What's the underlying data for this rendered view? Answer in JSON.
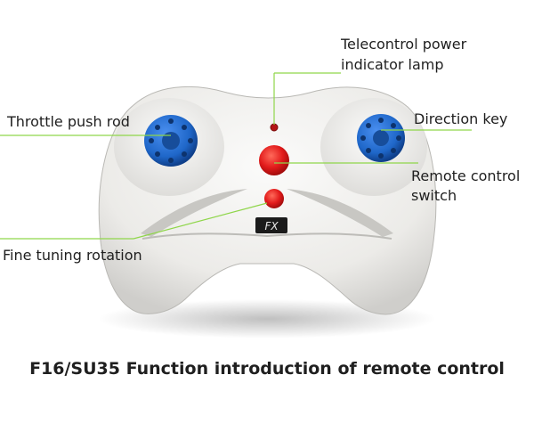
{
  "labels": {
    "power_lamp_line1": "Telecontrol power",
    "power_lamp_line2": "indicator lamp",
    "throttle": "Throttle push rod",
    "direction": "Direction key",
    "switch_line1": "Remote control",
    "switch_line2": "switch",
    "fine_tuning": "Fine tuning rotation"
  },
  "badge": "FX",
  "caption": "F16/SU35  Function introduction of remote control",
  "colors": {
    "leader_line": "#8fd64a",
    "stick_blue": "#1f67c9",
    "button_red": "#e21b1b",
    "body_white": "#f3f3f1"
  }
}
